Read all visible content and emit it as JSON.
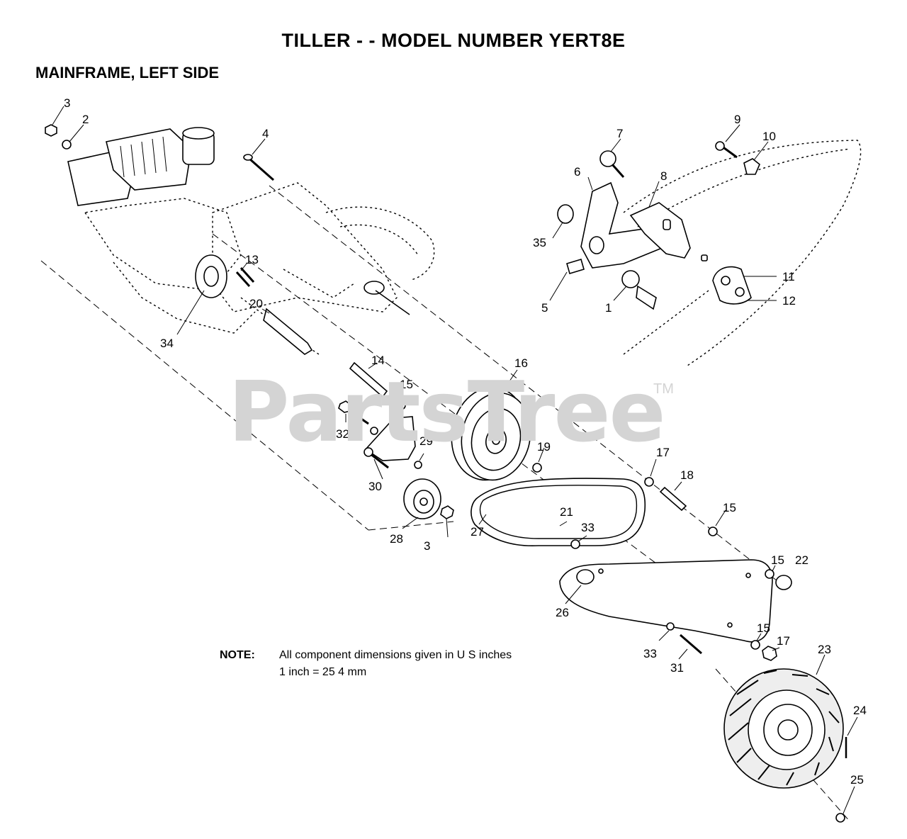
{
  "title": "TILLER - - MODEL NUMBER YERT8E",
  "section": "MAINFRAME, LEFT SIDE",
  "watermark": {
    "text": "PartsTree",
    "tm": "TM"
  },
  "note": {
    "label": "NOTE:",
    "line1": "All component dimensions given in U S  inches",
    "line2": "1 inch = 25 4 mm"
  },
  "callouts": {
    "c1": "1",
    "c2": "2",
    "c3a": "3",
    "c3b": "3",
    "c4": "4",
    "c5": "5",
    "c6": "6",
    "c7": "7",
    "c8": "8",
    "c9": "9",
    "c10": "10",
    "c11": "11",
    "c12": "12",
    "c13": "13",
    "c14": "14",
    "c15a": "15",
    "c15b": "15",
    "c15c": "15",
    "c15d": "15",
    "c16": "16",
    "c17a": "17",
    "c17b": "17",
    "c18": "18",
    "c19": "19",
    "c20": "20",
    "c21": "21",
    "c22": "22",
    "c23": "23",
    "c24": "24",
    "c25": "25",
    "c26": "26",
    "c27": "27",
    "c28": "28",
    "c29": "29",
    "c30": "30",
    "c31": "31",
    "c32": "32",
    "c33a": "33",
    "c33b": "33",
    "c34": "34",
    "c35": "35"
  }
}
